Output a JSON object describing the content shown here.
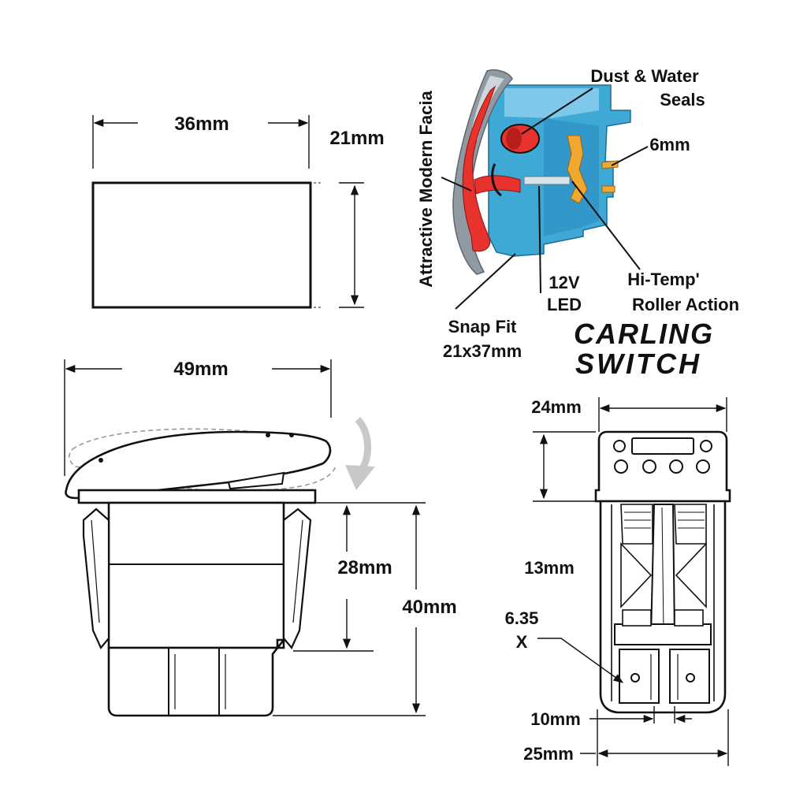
{
  "dimensions": {
    "face_width": "36mm",
    "face_height": "21mm",
    "side_width": "49mm",
    "body_depth": "28mm",
    "total_depth": "40mm",
    "rear_width_top": "24mm",
    "rear_tab_height": "13mm",
    "terminal_size_line1": "6.35",
    "terminal_size_line2": "X",
    "terminal_gap": "10mm",
    "rear_width_bottom": "25mm"
  },
  "callouts": {
    "facia": "Attractive Modern Facia",
    "seals_line1": "Dust & Water",
    "seals_line2": "Seals",
    "terminal_6mm": "6mm",
    "led_line1": "12V",
    "led_line2": "LED",
    "roller_line1": "Hi-Temp'",
    "roller_line2": "Roller Action",
    "snap_line1": "Snap Fit",
    "snap_line2": "21x37mm"
  },
  "brand": {
    "line1": "CARLING",
    "line2": "SWITCH"
  },
  "colors": {
    "housing_blue": "#3fa9d6",
    "housing_light": "#8fd0ee",
    "rocker_red": "#e8322e",
    "facia_grey": "#8f9aa3",
    "contact_gold": "#f0a830",
    "arrow_grey": "#c8c8c8"
  }
}
